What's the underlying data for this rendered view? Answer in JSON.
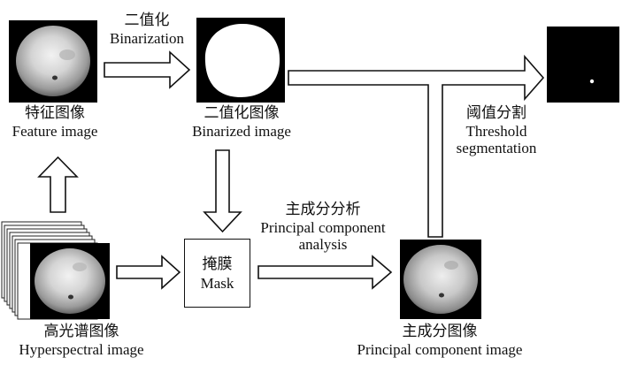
{
  "nodes": {
    "feature": {
      "zh": "特征图像",
      "en": "Feature image"
    },
    "binarized": {
      "zh": "二值化图像",
      "en": "Binarized image"
    },
    "hyper": {
      "zh": "高光谱图像",
      "en": "Hyperspectral image"
    },
    "mask": {
      "zh": "掩膜",
      "en": "Mask"
    },
    "pc_image": {
      "zh": "主成分图像",
      "en": "Principal component image"
    }
  },
  "edges": {
    "binarization": {
      "zh": "二值化",
      "en": "Binarization"
    },
    "pca": {
      "zh": "主成分分析",
      "en_line1": "Principal component",
      "en_line2": "analysis"
    },
    "threshold": {
      "zh": "阈值分割",
      "en_line1": "Threshold",
      "en_line2": "segmentation"
    }
  },
  "colors": {
    "ink": "#111111",
    "image_bg": "#000000",
    "binary_fg": "#ffffff"
  }
}
